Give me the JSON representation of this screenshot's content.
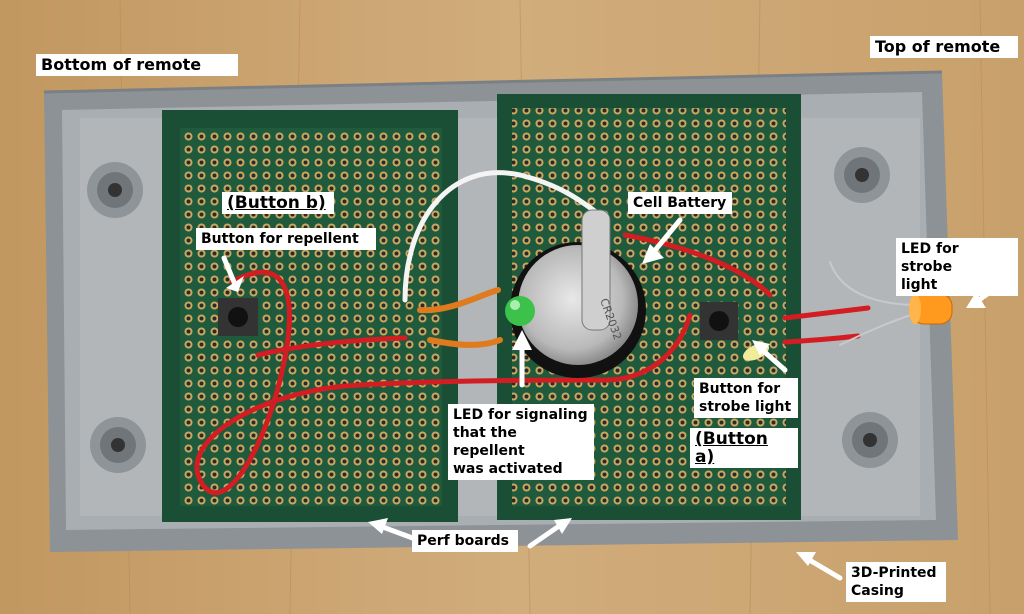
{
  "labels": {
    "bottom_of_remote": "Bottom of remote",
    "top_of_remote": "Top of remote",
    "button_b": "(Button b)",
    "button_for_repellent": "Button for repellent",
    "cell_battery": "Cell Battery",
    "led_strobe": "LED for strobe\nlight",
    "button_strobe": "Button for\nstrobe light",
    "button_a": "(Button a)",
    "led_signaling": "LED for signaling\nthat the repellent\nwas activated",
    "perf_boards": "Perf boards",
    "casing": "3D-Printed\nCasing"
  },
  "battery_text": "CR2032",
  "colors": {
    "wood": "#caa472",
    "casing": "#a4a9ad",
    "pcb": "#1f5a3c",
    "wire_red": "#d21d23",
    "wire_orange": "#e07a1e",
    "wire_white": "#f4f4f4",
    "led_green": "#3cc24a",
    "led_orange": "#ff9a1e"
  }
}
